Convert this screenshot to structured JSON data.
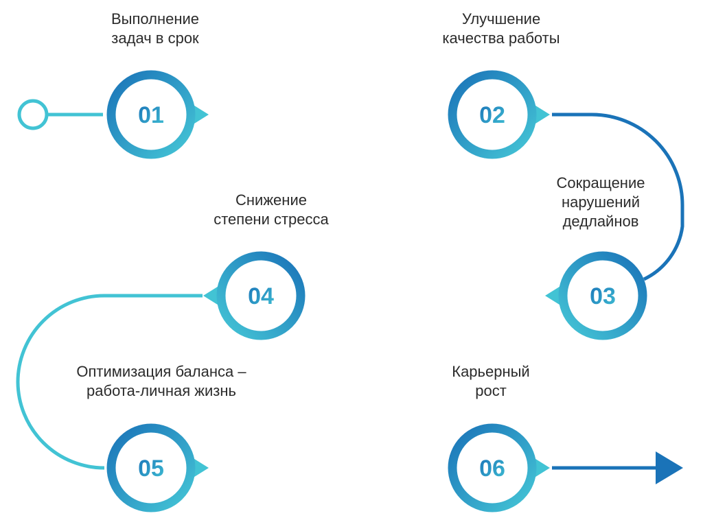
{
  "colors": {
    "dark_blue": "#1a73b8",
    "light_blue": "#42c3d4",
    "text": "#2b2b2b"
  },
  "steps": [
    {
      "number": "01",
      "label_lines": [
        "Выполнение",
        "задач в срок"
      ]
    },
    {
      "number": "02",
      "label_lines": [
        "Улучшение",
        "качества работы"
      ]
    },
    {
      "number": "03",
      "label_lines": [
        "Сокращение",
        "нарушений",
        "дедлайнов"
      ]
    },
    {
      "number": "04",
      "label_lines": [
        "Снижение",
        "степени стресса"
      ]
    },
    {
      "number": "05",
      "label_lines": [
        "Оптимизация баланса –",
        "работа-личная жизнь"
      ]
    },
    {
      "number": "06",
      "label_lines": [
        "Карьерный",
        "рост"
      ]
    }
  ]
}
